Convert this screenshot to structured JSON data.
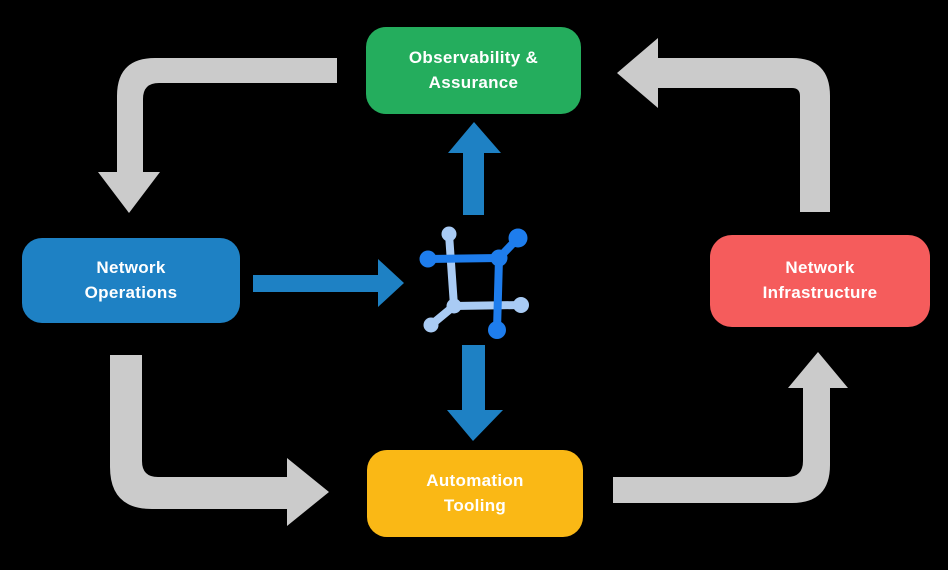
{
  "diagram": {
    "type": "cycle-flow-diagram",
    "nodes": {
      "observability": {
        "label": "Observability &\nAssurance",
        "color": "#24AD5D"
      },
      "network_operations": {
        "label": "Network\nOperations",
        "color": "#1E81C4"
      },
      "network_infrastructure": {
        "label": "Network\nInfrastructure",
        "color": "#F55C5C"
      },
      "automation_tooling": {
        "label": "Automation\nTooling",
        "color": "#FAB815"
      }
    },
    "center_icon": "network-mesh-icon",
    "colors": {
      "background": "#000000",
      "gray_cycle_arrow": "#CBCBCB",
      "blue_flow_arrow": "#1E81C4",
      "icon_dark_blue": "#1E7DED",
      "icon_light_blue": "#A9CBF4",
      "label_text": "#FFFFFF"
    },
    "flows": {
      "gray_cycle": [
        {
          "from": "observability",
          "to": "network_operations"
        },
        {
          "from": "network_operations",
          "to": "automation_tooling"
        },
        {
          "from": "automation_tooling",
          "to": "network_infrastructure"
        },
        {
          "from": "network_infrastructure",
          "to": "observability"
        }
      ],
      "blue_flows": [
        {
          "from": "network_operations",
          "to": "center_icon",
          "direction": "right"
        },
        {
          "from": "center_icon",
          "to": "observability",
          "direction": "up"
        },
        {
          "from": "center_icon",
          "to": "automation_tooling",
          "direction": "down"
        }
      ]
    }
  }
}
